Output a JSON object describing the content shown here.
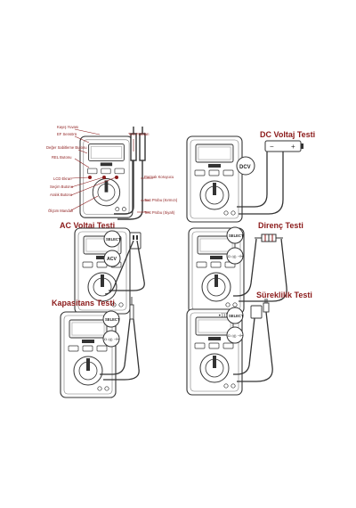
{
  "colors": {
    "accent": "#8b1a1a",
    "ink": "#222222",
    "line": "#555555"
  },
  "panel1": {
    "labels": {
      "probe_holder": "Kayış Yuvası",
      "ef_sensor": "EF Sensörü",
      "hold_button": "Değer Sabitleme Butonu",
      "rel_button": "REL Butonu",
      "lcd": "LCD Ekran",
      "select_button": "Seçim Butonu",
      "backlight_button": "Aralık Butonu",
      "dial": "Ölçüm Mandalı",
      "test_leads": "Test Probları",
      "finger_guard": "Parmak Koruyucu",
      "probe_red": "Test Probu (Kırmızı)",
      "probe_black": "Test Probu (Siyah)"
    }
  },
  "panels": {
    "dc": {
      "title": "DC Voltaj Testi",
      "badge": "DCV"
    },
    "ac": {
      "title": "AC Voltaj Testi",
      "badge_select": "SELECT",
      "badge": "ACV"
    },
    "resistance": {
      "title": "Direnç Testi",
      "badge_select": "SELECT",
      "badge": "Ω •))) ⊣⊢"
    },
    "capacitance": {
      "title": "Kapasitans Testi",
      "badge_select": "SELECT",
      "badge": "Ω •))) ⊣⊢"
    },
    "continuity": {
      "title": "Süreklilik Testi",
      "badge_select": "SELECT",
      "badge": "Ω •))) ⊣⊢"
    }
  }
}
